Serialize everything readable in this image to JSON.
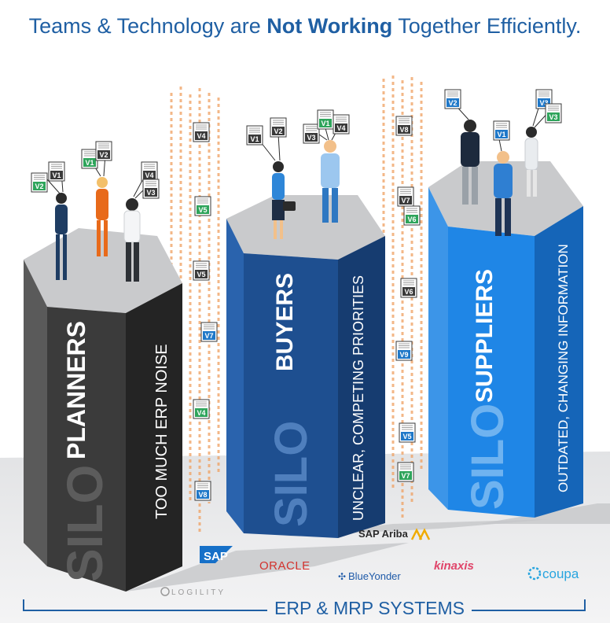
{
  "headline": {
    "before": "Teams & Technology are ",
    "bold": "Not Working",
    "after": " Together Efficiently."
  },
  "silos": [
    {
      "silo_word": "SILO",
      "team": "PLANNERS",
      "issue": "TOO MUCH ERP NOISE"
    },
    {
      "silo_word": "SILO",
      "team": "BUYERS",
      "issue": "UNCLEAR, COMPETING PRIORITIES"
    },
    {
      "silo_word": "SILO",
      "team": "SUPPLIERS",
      "issue": "OUTDATED, CHANGING INFORMATION"
    }
  ],
  "documents": {
    "planners": [
      "V2",
      "V1",
      "V1",
      "V2",
      "V4",
      "V3"
    ],
    "buyers": [
      "V1",
      "V2",
      "V3",
      "V1",
      "V4"
    ],
    "suppliers": [
      "V2",
      "V1",
      "V3",
      "V3"
    ],
    "stream_left": [
      "V4",
      "V5",
      "V5",
      "V7",
      "V4",
      "V8"
    ],
    "stream_right": [
      "V8",
      "V7",
      "V6",
      "V6",
      "V9",
      "V5",
      "V7"
    ]
  },
  "logos": {
    "sap": "SAP",
    "oracle": "ORACLE",
    "blueyonder": "BlueYonder",
    "kinaxis": "kinaxis",
    "coupa": "coupa",
    "sap_ariba": "SAP Ariba",
    "logility": "LOGILITY"
  },
  "footer": {
    "label": "ERP & MRP SYSTEMS"
  },
  "colors": {
    "headline": "#1f5fa3",
    "planners": "#3b3b3b",
    "buyers": "#1e4f90",
    "suppliers": "#1f86e6",
    "pillar_top": "#c9cacc",
    "doc_green": "#2ea45b",
    "doc_blue": "#1f78c8",
    "doc_dark": "#3a3a3a",
    "stream": "#f0a060"
  }
}
